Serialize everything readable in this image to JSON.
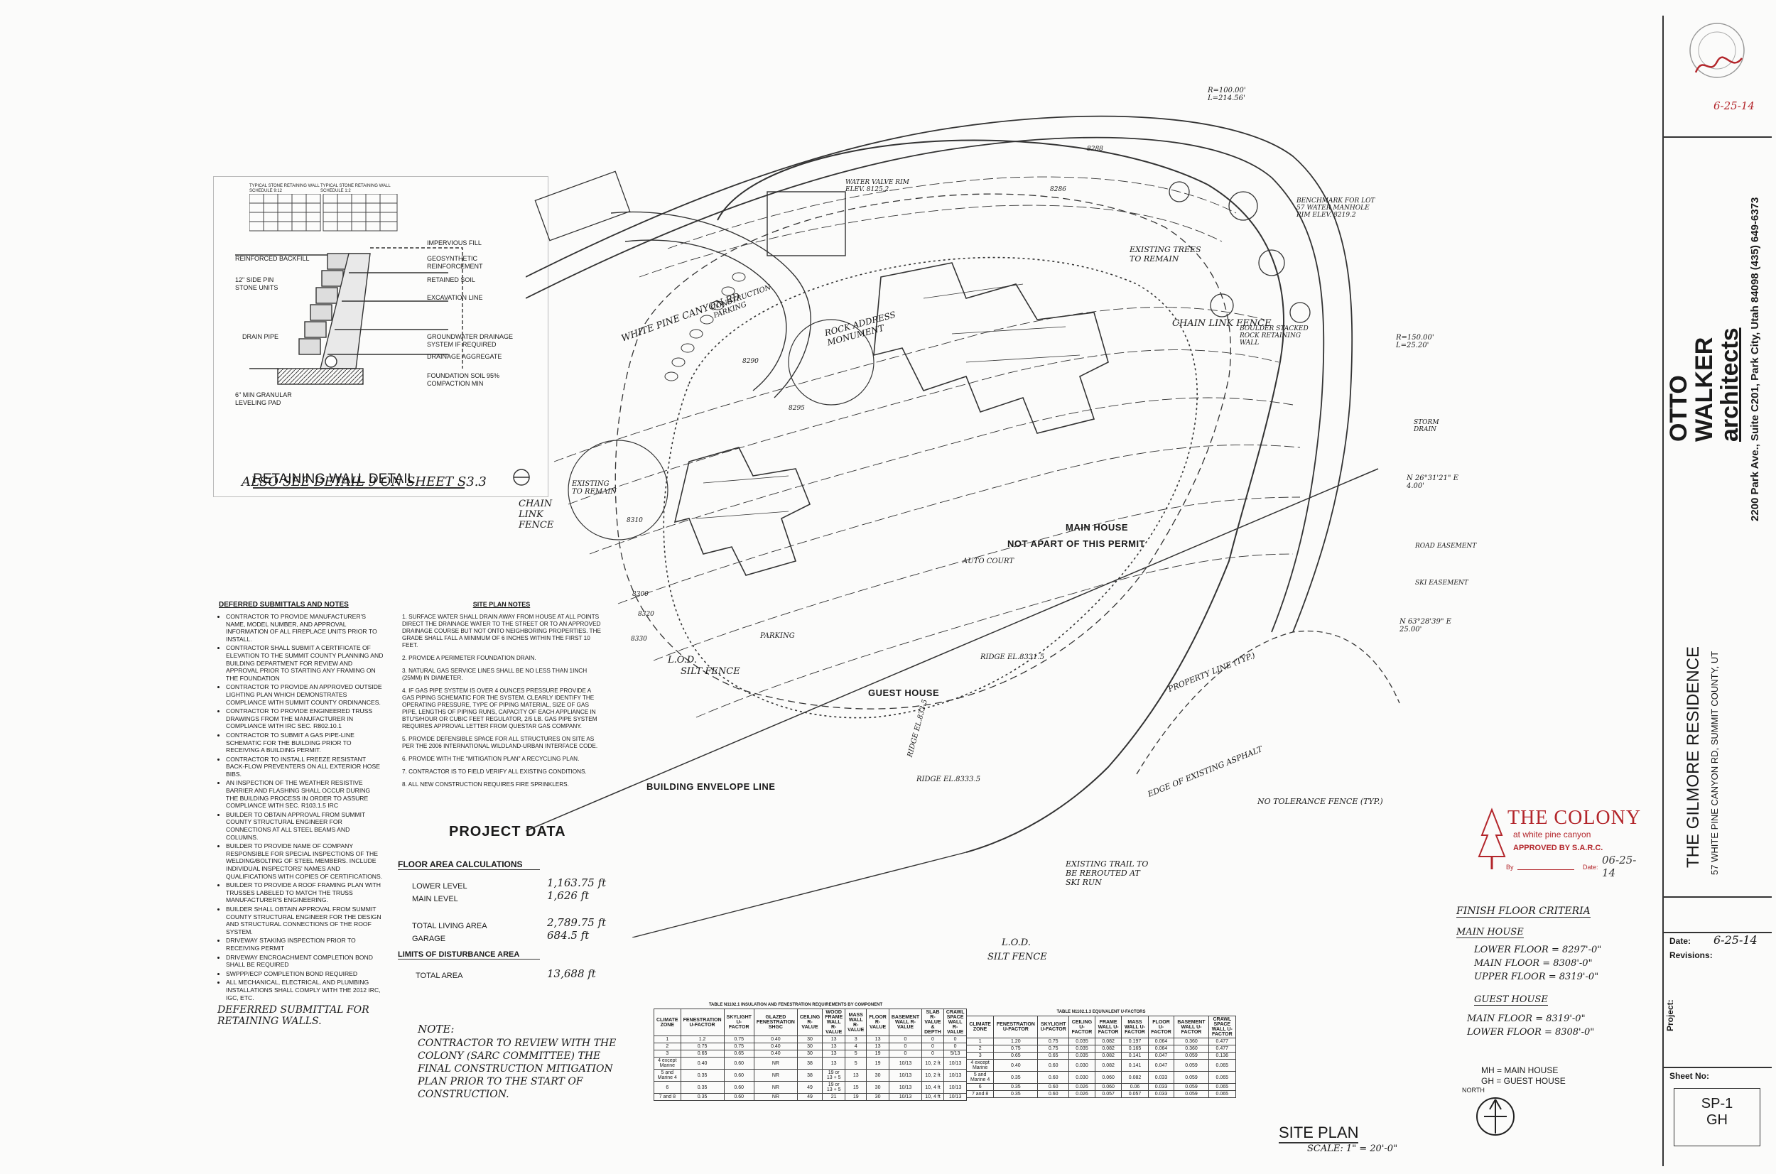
{
  "retaining_wall": {
    "title": "RETAINING WALL DETAIL",
    "also_see": "ALSO SEE DETAIL 9 ON SHEET S3.3",
    "table_titles": [
      "TYPICAL STONE RETAINING WALL SCHEDULE 9:12",
      "TYPICAL STONE RETAINING WALL SCHEDULE 1:2"
    ],
    "callouts": [
      "REINFORCED BACKFILL",
      "12\" SIDE PIN STONE UNITS",
      "DRAIN PIPE",
      "6\" MIN GRANULAR LEVELING PAD",
      "IMPERVIOUS FILL",
      "GEOSYNTHETIC REINFORCEMENT",
      "RETAINED SOIL",
      "EXCAVATION LINE",
      "GROUNDWATER DRAINAGE SYSTEM IF REQUIRED",
      "DRAINAGE AGGREGATE",
      "FOUNDATION SOIL 95% COMPACTION MIN"
    ]
  },
  "deferred": {
    "title": "DEFERRED SUBMITTALS AND NOTES",
    "items": [
      "CONTRACTOR TO PROVIDE MANUFACTURER'S NAME, MODEL NUMBER, AND APPROVAL INFORMATION OF ALL FIREPLACE UNITS PRIOR TO INSTALL.",
      "CONTRACTOR SHALL SUBMIT A CERTIFICATE OF ELEVATION TO THE SUMMIT COUNTY PLANNING AND BUILDING DEPARTMENT FOR REVIEW AND APPROVAL PRIOR TO STARTING ANY FRAMING ON THE FOUNDATION",
      "CONTRACTOR TO PROVIDE AN APPROVED OUTSIDE LIGHTING PLAN WHICH DEMONSTRATES COMPLIANCE WITH SUMMIT COUNTY ORDINANCES.",
      "CONTRACTOR TO PROVIDE ENGINEERED TRUSS DRAWINGS FROM THE MANUFACTURER IN COMPLIANCE WITH IRC SEC. R802.10.1",
      "CONTRACTOR TO SUBMIT A GAS PIPE-LINE SCHEMATIC FOR THE BUILDING PRIOR TO RECEIVING A BUILDING PERMIT.",
      "CONTRACTOR TO INSTALL FREEZE RESISTANT BACK-FLOW PREVENTERS ON ALL EXTERIOR HOSE BIBS.",
      "AN INSPECTION OF THE WEATHER RESISTIVE BARRIER AND FLASHING SHALL OCCUR DURING THE BUILDING PROCESS IN ORDER TO ASSURE COMPLIANCE WITH SEC. R103.1.5 IRC",
      "BUILDER TO OBTAIN APPROVAL FROM SUMMIT COUNTY STRUCTURAL ENGINEER FOR CONNECTIONS AT ALL STEEL BEAMS AND COLUMNS.",
      "BUILDER TO PROVIDE NAME OF COMPANY RESPONSIBLE FOR SPECIAL INSPECTIONS OF THE WELDING/BOLTING OF STEEL MEMBERS. INCLUDE INDIVIDUAL INSPECTORS' NAMES AND QUALIFICATIONS WITH COPIES OF CERTIFICATIONS.",
      "BUILDER TO PROVIDE A ROOF FRAMING PLAN WITH TRUSSES LABELED TO MATCH THE TRUSS MANUFACTURER'S ENGINEERING.",
      "BUILDER SHALL OBTAIN APPROVAL FROM SUMMIT COUNTY STRUCTURAL ENGINEER FOR THE DESIGN AND STRUCTURAL CONNECTIONS OF THE ROOF SYSTEM.",
      "DRIVEWAY STAKING INSPECTION PRIOR TO RECEIVING PERMIT",
      "DRIVEWAY ENCROACHMENT COMPLETION BOND SHALL BE REQUIRED",
      "SWPPP/ECP COMPLETION BOND REQUIRED",
      "ALL MECHANICAL, ELECTRICAL, AND PLUMBING INSTALLATIONS SHALL COMPLY WITH THE 2012 IRC, IGC, ETC."
    ],
    "handwritten": "DEFERRED SUBMITTAL FOR RETAINING WALLS."
  },
  "site_plan_notes": {
    "title": "SITE PLAN NOTES",
    "items": [
      "1. SURFACE WATER SHALL DRAIN AWAY FROM HOUSE AT ALL POINTS DIRECT THE DRAINAGE WATER TO THE STREET OR TO AN APPROVED DRAINAGE COURSE BUT NOT ONTO NEIGHBORING PROPERTIES. THE GRADE SHALL FALL A MINIMUM OF 6 INCHES WITHIN THE FIRST 10 FEET.",
      "2. PROVIDE A PERIMETER FOUNDATION DRAIN.",
      "3. NATURAL GAS SERVICE LINES SHALL BE NO LESS THAN 1INCH (25MM) IN DIAMETER.",
      "4. IF GAS PIPE SYSTEM IS OVER 4 OUNCES PRESSURE PROVIDE A GAS PIPING SCHEMATIC FOR THE SYSTEM. CLEARLY IDENTIFY THE OPERATING PRESSURE, TYPE OF PIPING MATERIAL, SIZE OF GAS PIPE, LENGTHS OF PIPING RUNS, CAPACITY OF EACH APPLIANCE IN BTU'S/HOUR OR CUBIC FEET REGULATOR, 2/5 LB. GAS PIPE SYSTEM REQUIRES APPROVAL LETTER FROM QUESTAR GAS COMPANY.",
      "5. PROVIDE DEFENSIBLE SPACE FOR ALL STRUCTURES ON SITE AS PER THE 2006 INTERNATIONAL WILDLAND-URBAN INTERFACE CODE.",
      "6. PROVIDE WITH THE \"MITIGATION PLAN\" A RECYCLING PLAN.",
      "7. CONTRACTOR IS TO FIELD VERIFY ALL EXISTING CONDITIONS.",
      "8. ALL NEW CONSTRUCTION REQUIRES FIRE SPRINKLERS."
    ]
  },
  "project_data": {
    "title": "PROJECT DATA",
    "floor_area_title": "FLOOR AREA CALCULATIONS",
    "rows": [
      {
        "label": "LOWER LEVEL",
        "value": "1,163.75 ft"
      },
      {
        "label": "MAIN LEVEL",
        "value": "1,626 ft"
      },
      {
        "label": "TOTAL LIVING AREA",
        "value": "2,789.75 ft"
      },
      {
        "label": "GARAGE",
        "value": "684.5 ft"
      }
    ],
    "disturbance_title": "LIMITS OF DISTURBANCE AREA",
    "total_area_label": "TOTAL AREA",
    "total_area_value": "13,688 ft"
  },
  "note": {
    "title": "NOTE:",
    "text": "CONTRACTOR TO REVIEW WITH THE COLONY (SARC COMMITTEE) THE FINAL CONSTRUCTION MITIGATION PLAN PRIOR TO THE START OF CONSTRUCTION."
  },
  "insulation_table": {
    "title": "TABLE N1102.1 INSULATION AND FENESTRATION REQUIREMENTS BY COMPONENT",
    "headers": [
      "CLIMATE ZONE",
      "FENESTRATION U-FACTOR",
      "SKYLIGHT U-FACTOR",
      "GLAZED FENESTRATION SHGC",
      "CEILING R-VALUE",
      "WOOD FRAME WALL R-VALUE",
      "MASS WALL R-VALUE",
      "FLOOR R-VALUE",
      "BASEMENT WALL R-VALUE",
      "SLAB R-VALUE & DEPTH",
      "CRAWL SPACE WALL R-VALUE"
    ],
    "rows": [
      [
        "1",
        "1.2",
        "0.75",
        "0.40",
        "30",
        "13",
        "3",
        "13",
        "0",
        "0",
        "0"
      ],
      [
        "2",
        "0.75",
        "0.75",
        "0.40",
        "30",
        "13",
        "4",
        "13",
        "0",
        "0",
        "0"
      ],
      [
        "3",
        "0.65",
        "0.65",
        "0.40",
        "30",
        "13",
        "5",
        "19",
        "0",
        "0",
        "5/13"
      ],
      [
        "4 except Marine",
        "0.40",
        "0.60",
        "NR",
        "38",
        "13",
        "5",
        "19",
        "10/13",
        "10, 2 ft",
        "10/13"
      ],
      [
        "5 and Marine 4",
        "0.35",
        "0.60",
        "NR",
        "38",
        "19 or 13 + 5",
        "13",
        "30",
        "10/13",
        "10, 2 ft",
        "10/13"
      ],
      [
        "6",
        "0.35",
        "0.60",
        "NR",
        "49",
        "19 or 13 + 5",
        "15",
        "30",
        "10/13",
        "10, 4 ft",
        "10/13"
      ],
      [
        "7 and 8",
        "0.35",
        "0.60",
        "NR",
        "49",
        "21",
        "19",
        "30",
        "10/13",
        "10, 4 ft",
        "10/13"
      ]
    ]
  },
  "ufactor_table": {
    "title": "TABLE N1102.1.3 EQUIVALENT U-FACTORS",
    "headers": [
      "CLIMATE ZONE",
      "FENESTRATION U-FACTOR",
      "SKYLIGHT U-FACTOR",
      "CEILING U-FACTOR",
      "FRAME WALL U-FACTOR",
      "MASS WALL U-FACTOR",
      "FLOOR U-FACTOR",
      "BASEMENT WALL U-FACTOR",
      "CRAWL SPACE WALL U-FACTOR"
    ],
    "rows": [
      [
        "1",
        "1.20",
        "0.75",
        "0.035",
        "0.082",
        "0.197",
        "0.064",
        "0.360",
        "0.477"
      ],
      [
        "2",
        "0.75",
        "0.75",
        "0.035",
        "0.082",
        "0.165",
        "0.064",
        "0.360",
        "0.477"
      ],
      [
        "3",
        "0.65",
        "0.65",
        "0.035",
        "0.082",
        "0.141",
        "0.047",
        "0.059",
        "0.136"
      ],
      [
        "4 except Marine",
        "0.40",
        "0.60",
        "0.030",
        "0.082",
        "0.141",
        "0.047",
        "0.059",
        "0.065"
      ],
      [
        "5 and Marine 4",
        "0.35",
        "0.60",
        "0.030",
        "0.060",
        "0.082",
        "0.033",
        "0.059",
        "0.065"
      ],
      [
        "6",
        "0.35",
        "0.60",
        "0.026",
        "0.060",
        "0.06",
        "0.033",
        "0.059",
        "0.065"
      ],
      [
        "7 and 8",
        "0.35",
        "0.60",
        "0.026",
        "0.057",
        "0.057",
        "0.033",
        "0.059",
        "0.065"
      ]
    ]
  },
  "plan_labels": {
    "main_house": "MAIN HOUSE",
    "not_part": "NOT APART OF THIS PERMIT",
    "guest_house": "GUEST HOUSE",
    "building_envelope": "BUILDING ENVELOPE LINE",
    "road": "WHITE PINE CANYON RD",
    "construction_parking": "CONSTRUCTION PARKING",
    "rock_monument": "ROCK ADDRESS MONUMENT",
    "chain_link_1": "CHAIN LINK FENCE",
    "chain_link_2": "CHAIN LINK FENCE",
    "existing_trees": "EXISTING TREES TO REMAIN",
    "existing_to_remain": "EXISTING TO REMAIN",
    "silt_fence_1": "SILT FENCE",
    "silt_fence_2": "SILT FENCE",
    "lod_1": "L.O.D.",
    "lod_2": "L.O.D.",
    "property_line": "PROPERTY LINE (TYP.)",
    "edge_pavement": "EDGE OF EXISTING ASPHALT",
    "tolerance_fence": "NO TOLERANCE FENCE (TYP.)",
    "existing_trail": "EXISTING TRAIL TO BE REROUTED AT SKI RUN",
    "ridge_1": "RIDGE EL.8331.5",
    "ridge_2": "RIDGE EL.8333.5",
    "ridge_3": "RIDGE EL.833.5",
    "auto_court": "AUTO COURT",
    "parking": "PARKING",
    "water_valve": "WATER VALVE RIM ELEV. 8125.2",
    "storm_drain": "STORM DRAIN",
    "benchmark": "BENCHMARK FOR LOT 57 WATER MANHOLE RIM ELEV. 8219.2",
    "curve_1": "R=100.00' L=214.56'",
    "curve_2": "R=150.00' L=25.20'",
    "bearing_1": "N 26°31'21\" E 4.00'",
    "bearing_2": "N 63°28'39\" E 25.00'",
    "ski_easement": "SKI EASEMENT",
    "road_easement": "ROAD EASEMENT",
    "boulder_wall": "BOULDER STACKED ROCK RETAINING WALL",
    "contours": [
      "8288",
      "8286",
      "8290",
      "8295",
      "8300",
      "8310",
      "8320",
      "8330"
    ]
  },
  "finish_floor": {
    "title": "FINISH FLOOR CRITERIA",
    "main_title": "MAIN HOUSE",
    "main_rows": [
      "LOWER FLOOR = 8297'-0\"",
      "MAIN FLOOR = 8308'-0\"",
      "UPPER FLOOR = 8319'-0\""
    ],
    "guest_title": "GUEST HOUSE",
    "guest_rows": [
      "MAIN FLOOR = 8319'-0\"",
      "LOWER FLOOR = 8308'-0\""
    ],
    "legend": [
      "MH = MAIN HOUSE",
      "GH = GUEST HOUSE"
    ]
  },
  "site_plan_title": "SITE PLAN",
  "scale": "SCALE: 1\" = 20'-0\"",
  "north": "NORTH",
  "colony": {
    "name": "THE COLONY",
    "sub": "at white pine canyon",
    "approved": "APPROVED BY S.A.R.C.",
    "date": "06-25-14",
    "by": "By",
    "date_label": "Date:"
  },
  "title_block": {
    "firm_1": "OTTO",
    "firm_2": "WALKER",
    "firm_3": "architects",
    "address": "2200 Park Ave., Suite C201, Park City, Utah 84098 (435) 649-6373",
    "project_label": "Project:",
    "project_name": "THE GILMORE RESIDENCE",
    "project_address": "57 WHITE PINE CANYON RD, SUMMIT COUNTY, UT",
    "date_label": "Date:",
    "date_value": "6-25-14",
    "revisions_label": "Revisions:",
    "sheet_label": "Sheet No:",
    "sheet_no": "SP-1",
    "sheet_sub": "GH",
    "stamp_date": "6-25-14"
  }
}
